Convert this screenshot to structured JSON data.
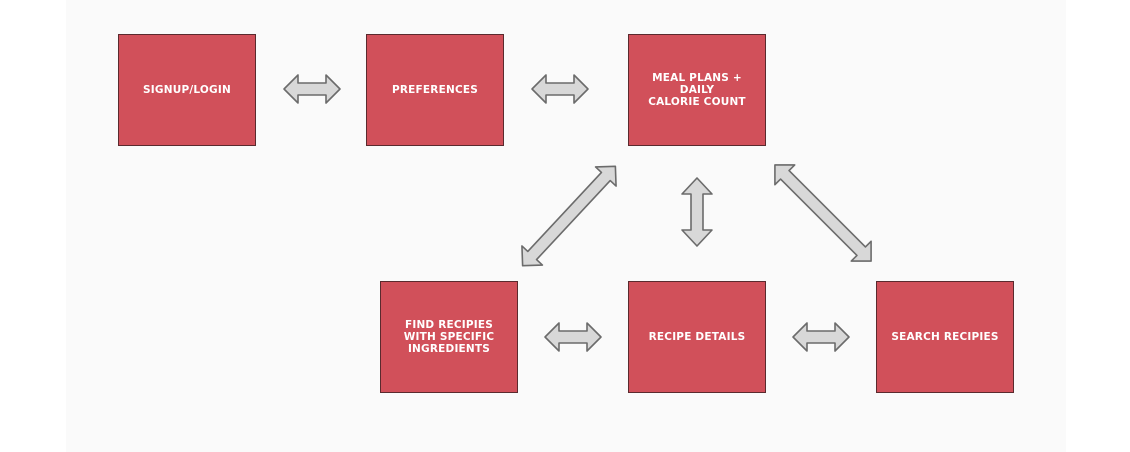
{
  "colors": {
    "box_fill": "#d1505a",
    "arrow_fill": "#d8d8d8"
  },
  "nodes": {
    "signup": "SIGNUP/LOGIN",
    "preferences": "PREFERENCES",
    "meal_plans": "MEAL PLANS + DAILY\nCALORIE COUNT",
    "find_recipes": "FIND RECIPIES\nWITH SPECIFIC\nINGREDIENTS",
    "recipe_details": "RECIPE DETAILS",
    "search_recipes": "SEARCH RECIPIES"
  },
  "edges": [
    {
      "from": "signup",
      "to": "preferences",
      "bidirectional": true
    },
    {
      "from": "preferences",
      "to": "meal_plans",
      "bidirectional": true
    },
    {
      "from": "meal_plans",
      "to": "find_recipes",
      "bidirectional": true
    },
    {
      "from": "meal_plans",
      "to": "recipe_details",
      "bidirectional": true
    },
    {
      "from": "meal_plans",
      "to": "search_recipes",
      "bidirectional": true
    },
    {
      "from": "find_recipes",
      "to": "recipe_details",
      "bidirectional": true
    },
    {
      "from": "recipe_details",
      "to": "search_recipes",
      "bidirectional": true
    }
  ]
}
